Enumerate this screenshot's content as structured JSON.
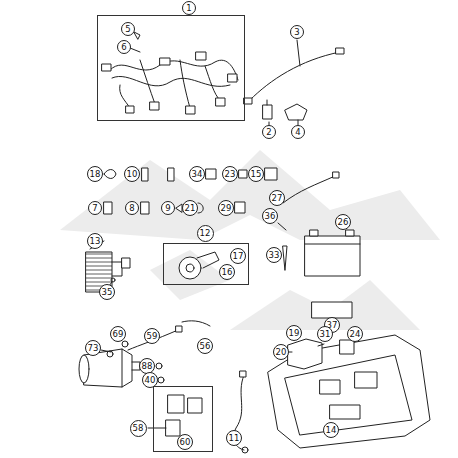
{
  "diagram": {
    "nodes": [
      {
        "text": [
          "1"
        ]
      },
      {
        "text": [
          "5"
        ],
        "in": 0
      },
      {
        "text": [
          "6"
        ],
        "in": 0
      },
      {
        "text": [
          "3"
        ]
      },
      {
        "text": [
          "2"
        ]
      },
      {
        "text": [
          "4"
        ]
      },
      {
        "text": [
          "18"
        ]
      },
      {
        "text": [
          "10"
        ]
      },
      {
        "text": [
          "34"
        ]
      },
      {
        "text": [
          "23"
        ]
      },
      {
        "text": [
          "15"
        ]
      },
      {
        "text": [
          "7"
        ]
      },
      {
        "text": [
          "8"
        ]
      },
      {
        "text": [
          "9"
        ]
      },
      {
        "text": [
          "21"
        ]
      },
      {
        "text": [
          "29"
        ]
      },
      {
        "text": [
          "36"
        ]
      },
      {
        "text": [
          "27"
        ]
      },
      {
        "text": [
          "13"
        ]
      },
      {
        "text": [
          "12"
        ]
      },
      {
        "text": [
          "17"
        ],
        "in": 19
      },
      {
        "text": [
          "16"
        ],
        "in": 19
      },
      {
        "text": [
          "33"
        ]
      },
      {
        "text": [
          "26"
        ]
      },
      {
        "text": [
          "35"
        ]
      },
      {
        "text": [
          "37"
        ]
      },
      {
        "text": [
          "69"
        ]
      },
      {
        "text": [
          "59"
        ]
      },
      {
        "text": [
          "73"
        ]
      },
      {
        "text": [
          "56"
        ]
      },
      {
        "text": [
          "88"
        ]
      },
      {
        "text": [
          "40"
        ]
      },
      {
        "text": [
          "19"
        ]
      },
      {
        "text": [
          "24"
        ]
      },
      {
        "text": [
          "20"
        ]
      },
      {
        "text": [
          "31"
        ]
      },
      {
        "text": [
          "14"
        ]
      },
      {
        "text": [
          "58"
        ]
      },
      {
        "text": [
          "60"
        ],
        "in": 37
      },
      {
        "text": [
          "11"
        ]
      }
    ]
  }
}
